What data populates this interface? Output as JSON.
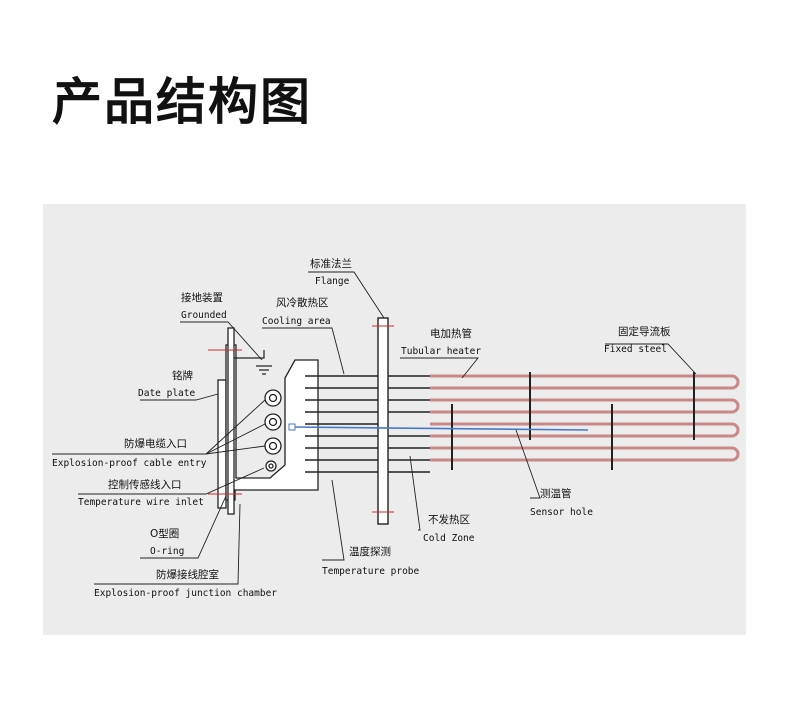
{
  "page": {
    "title": "产品结构图"
  },
  "labels": {
    "flange": {
      "cn": "标准法兰",
      "en": "Flange"
    },
    "grounded": {
      "cn": "接地装置",
      "en": "Grounded"
    },
    "cooling": {
      "cn": "风冷散热区",
      "en": "Cooling area"
    },
    "tubular": {
      "cn": "电加热管",
      "en": "Tubular heater"
    },
    "fixed": {
      "cn": "固定导流板",
      "en": "Fixed steel"
    },
    "dateplate": {
      "cn": "铭牌",
      "en": "Date plate"
    },
    "cableentry": {
      "cn": "防爆电缆入口",
      "en": "Explosion-proof cable entry"
    },
    "tempwire": {
      "cn": "控制传感线入口",
      "en": "Temperature wire inlet"
    },
    "oring": {
      "cn": "O型圈",
      "en": "O-ring"
    },
    "junction": {
      "cn": "防爆接线腔室",
      "en": "Explosion-proof junction chamber"
    },
    "probe": {
      "cn": "温度探测",
      "en": "Temperature probe"
    },
    "cold": {
      "cn": "不发热区",
      "en": "Cold Zone"
    },
    "sensor": {
      "cn": "测温管",
      "en": "Sensor hole"
    }
  },
  "colors": {
    "leader": "#d12a2a",
    "tube": "#c9898a",
    "sensor": "#4a78c8",
    "line": "#222222"
  }
}
